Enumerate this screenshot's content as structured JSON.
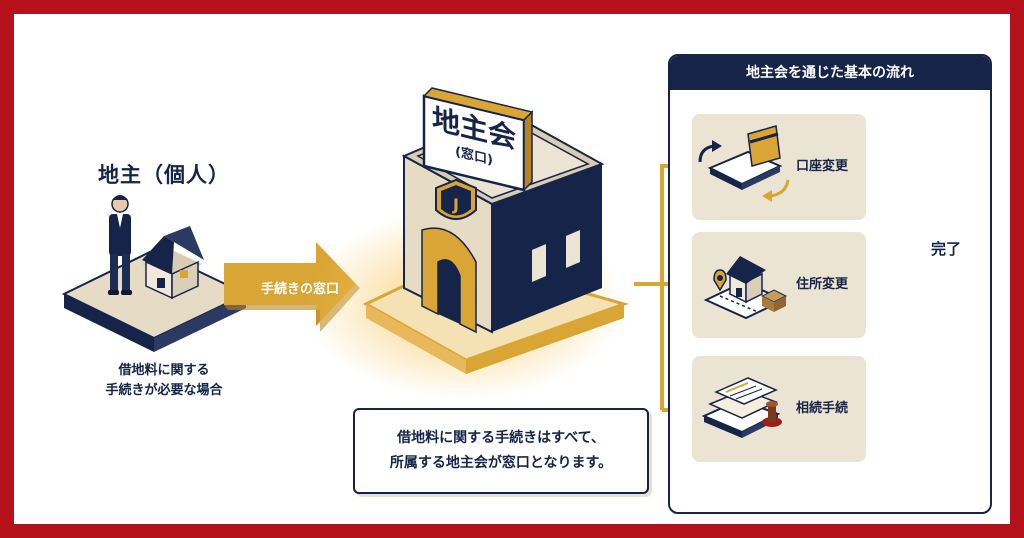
{
  "owner": {
    "title": "地主（個人）",
    "caption_line1": "借地料に関する",
    "caption_line2": "手続きが必要な場合"
  },
  "arrow": {
    "label": "手続きの窓口"
  },
  "office": {
    "sign_main": "地主会",
    "sign_sub": "(窓口)",
    "emblem": "J"
  },
  "note": {
    "line1": "借地料に関する手続きはすべて、",
    "line2": "所属する地主会が窓口となります。"
  },
  "flow": {
    "header": "地主会を通じた基本の流れ",
    "steps": [
      {
        "label": "口座変更",
        "icon": "bank-card-icon"
      },
      {
        "label": "住所変更",
        "icon": "house-move-icon"
      },
      {
        "label": "相続手続",
        "icon": "document-stamp-icon"
      }
    ],
    "done": {
      "label": "完了",
      "icon": "check-badge-icon"
    }
  },
  "colors": {
    "border": "#b5121b",
    "navy": "#16244a",
    "gold": "#d9a635",
    "beige": "#ece4d2"
  }
}
